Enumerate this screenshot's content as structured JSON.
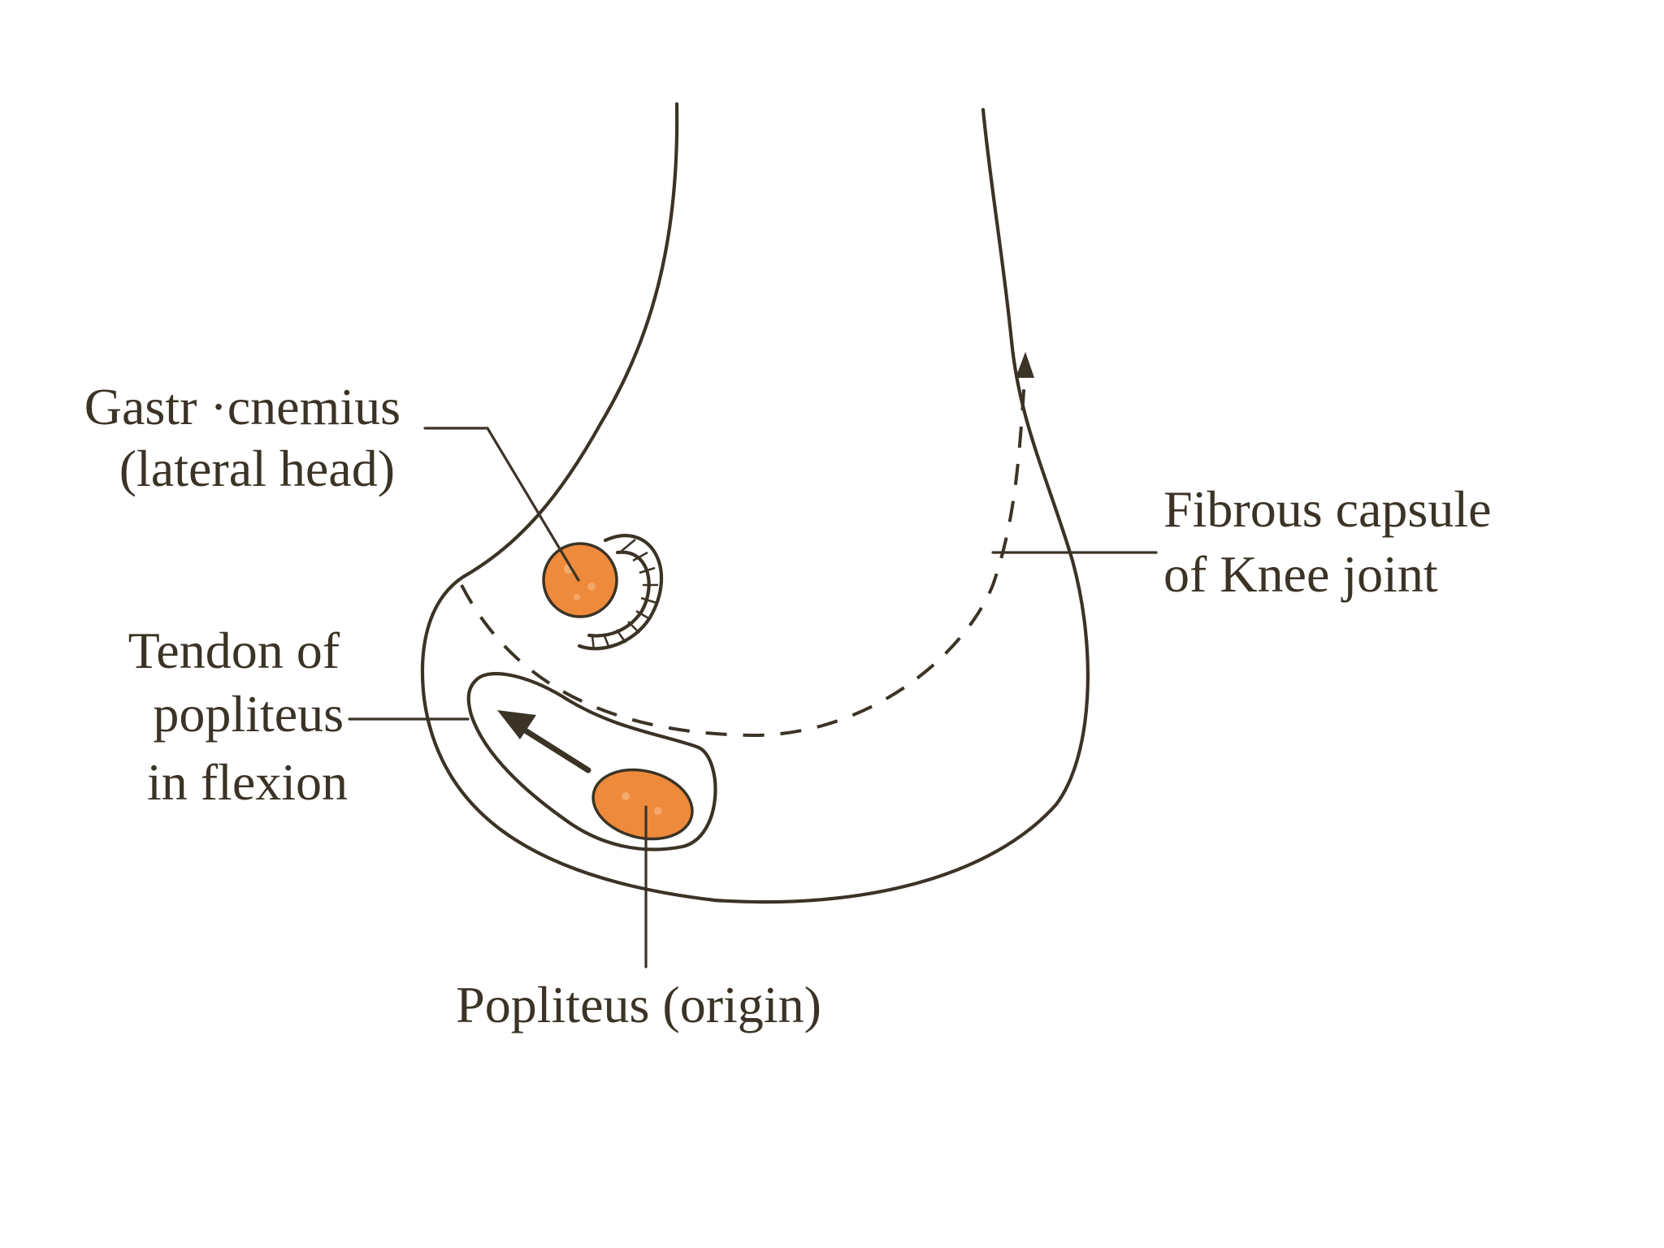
{
  "labels": {
    "gastrocnemius_line1": "Gastr ·cnemius",
    "gastrocnemius_line2": "(lateral head)",
    "fibrous_line1": "Fibrous capsule",
    "fibrous_line2": "of Knee joint",
    "tendon_line1": "Tendon of",
    "tendon_line2": "popliteus",
    "tendon_line3": "in flexion",
    "popliteus_origin": "Popliteus (origin)"
  },
  "colors": {
    "muscle_fill": "#ee8a3c",
    "muscle_speckle": "#f6b27a",
    "line": "#3b3326",
    "background": "#ffffff"
  }
}
